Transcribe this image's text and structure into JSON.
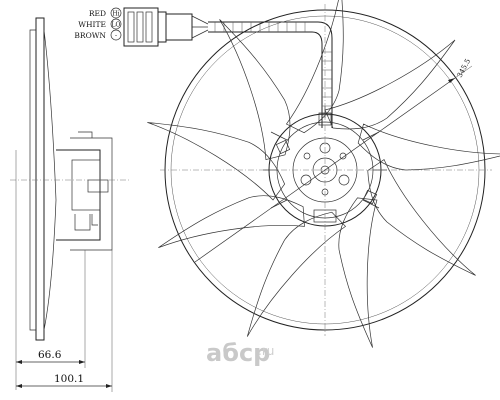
{
  "wiring": {
    "wires": [
      {
        "color": "RED",
        "symbol": "Hi"
      },
      {
        "color": "WHITE",
        "symbol": "LO"
      },
      {
        "color": "BROWN",
        "symbol": "-"
      }
    ]
  },
  "dimensions": {
    "diameter": "345.5",
    "depth_1": "66.6",
    "depth_2": "100.1"
  },
  "watermark": {
    "brand": "aбcp",
    "domain": ".ru"
  }
}
